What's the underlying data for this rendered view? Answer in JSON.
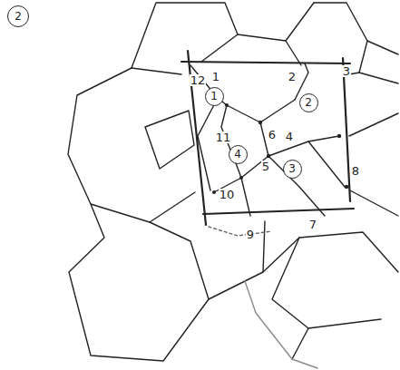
{
  "diagram": {
    "nodes": [
      {
        "text": [
          "2"
        ]
      },
      {
        "text": [
          "1"
        ]
      },
      {
        "text": [
          "2"
        ]
      },
      {
        "text": [
          "4"
        ]
      },
      {
        "text": [
          "3"
        ]
      }
    ],
    "labels": [
      "12",
      "1",
      "2",
      "3",
      "6",
      "4",
      "11",
      "5",
      "8",
      "10",
      "9",
      "7"
    ]
  }
}
